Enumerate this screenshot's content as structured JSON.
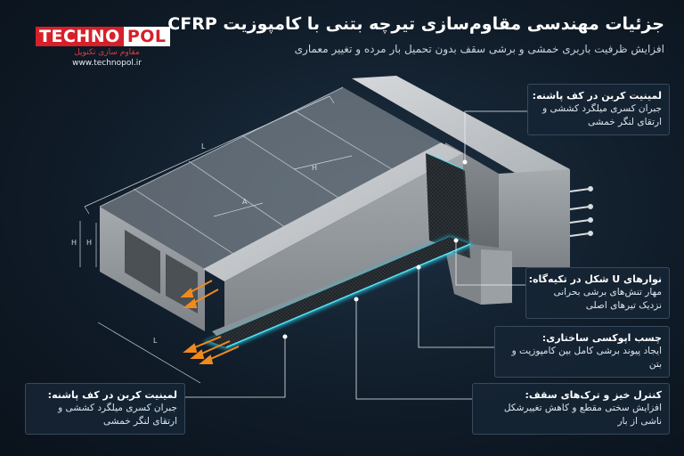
{
  "header": {
    "title": "جزئیات مهندسی مقاوم‌سازی تیرچه بتنی با کامپوزیت CFRP",
    "subtitle": "افزایش ظرفیت باربری خمشی و برشی سقف بدون تحمیل بار مرده و تغییر معماری"
  },
  "logo": {
    "part1": "TECHNO",
    "part2": "POL",
    "tagline": "مقاوم سازی تکنوپل",
    "url": "www.technopol.ir",
    "colors": {
      "red": "#d6202a",
      "white": "#ffffff"
    }
  },
  "callouts": [
    {
      "title": "لمینیت کربن در کف پاشنه:",
      "body": "جبران کسری میلگرد کششی و ارتقای لنگر خمشی"
    },
    {
      "title": "نوارهای U شکل در تکیه‌گاه:",
      "body": "مهار تنش‌های برشی بحرانی نزدیک تیرهای اصلی"
    },
    {
      "title": "چسب اپوکسی ساختاری:",
      "body": "ایجاد پیوند برشی کامل بین کامپوزیت و بتن"
    },
    {
      "title": "کنترل خیز و ترک‌های سقف:",
      "body": "افزایش سختی مقطع و کاهش تغییرشکل ناشی از بار"
    },
    {
      "title": "لمینیت کربن در کف پاشنه:",
      "body": "جبران کسری میلگرد کششی و ارتقای لنگر خمشی"
    }
  ],
  "dimensions": [
    "L",
    "H",
    "A",
    "H",
    "H",
    "L"
  ],
  "colors": {
    "background": "#101c29",
    "concrete": "#b8bcc0",
    "carbon": "#1f2326",
    "glow": "#27c6e0",
    "arrows": "#f08a1c"
  }
}
